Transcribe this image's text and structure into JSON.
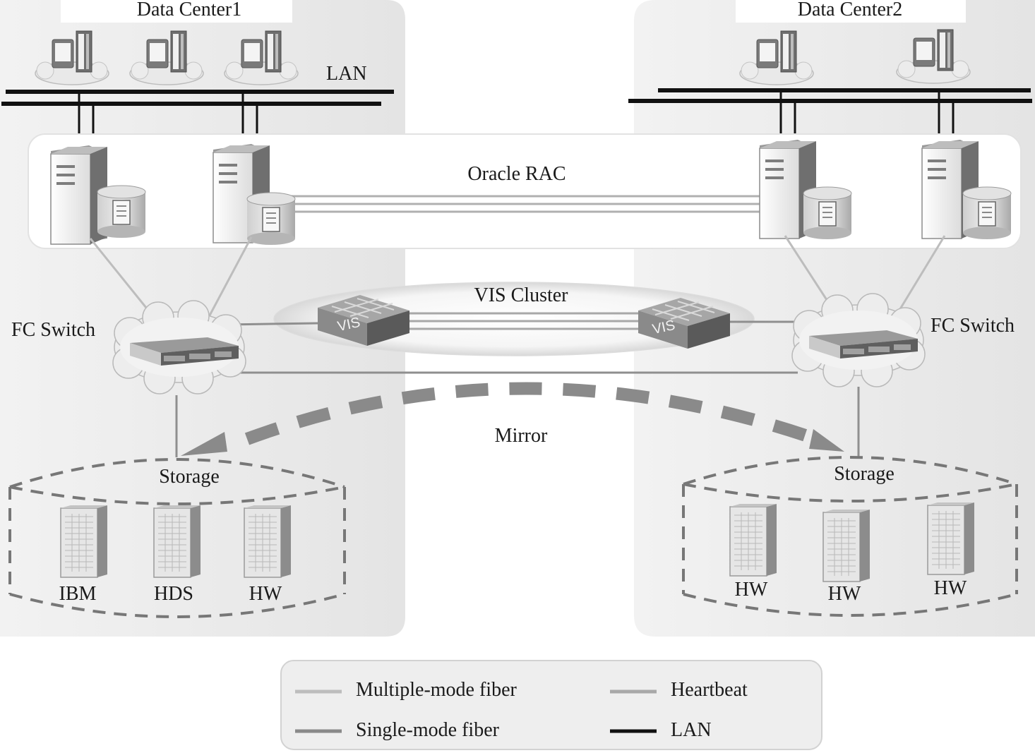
{
  "data_centers": [
    {
      "title": "Data Center1",
      "lan": "LAN",
      "fc_switch": "FC Switch",
      "storage": "Storage",
      "arrays": [
        "IBM",
        "HDS",
        "HW"
      ]
    },
    {
      "title": "Data Center2",
      "fc_switch": "FC Switch",
      "storage": "Storage",
      "arrays": [
        "HW",
        "HW",
        "HW"
      ]
    }
  ],
  "oracle_rac": "Oracle RAC",
  "vis_cluster": "VIS Cluster",
  "vis_device_label": "VIS",
  "mirror": "Mirror",
  "legend": [
    {
      "label": "Multiple-mode fiber",
      "color": "#bdbdbd"
    },
    {
      "label": "Heartbeat",
      "color": "#a8a8a8"
    },
    {
      "label": "Single-mode fiber",
      "color": "#8a8a8a"
    },
    {
      "label": "LAN",
      "color": "#111111"
    }
  ]
}
